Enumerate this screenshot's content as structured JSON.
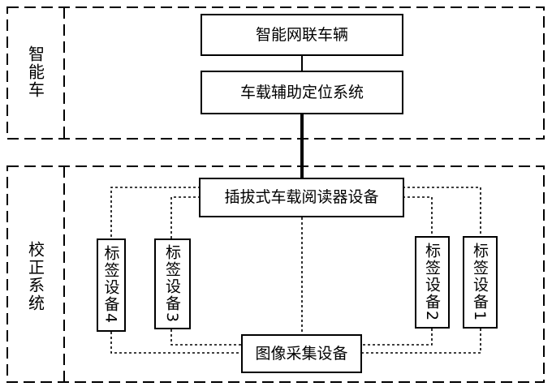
{
  "sections": {
    "top_label": "智能车",
    "bottom_label": "校正系统"
  },
  "nodes": {
    "vehicle": "智能网联车辆",
    "positioning": "车载辅助定位系统",
    "reader": "插拔式车载阅读器设备",
    "camera": "图像采集设备",
    "tag4": "标签设备4",
    "tag3": "标签设备3",
    "tag2": "标签设备2",
    "tag1": "标签设备1"
  }
}
